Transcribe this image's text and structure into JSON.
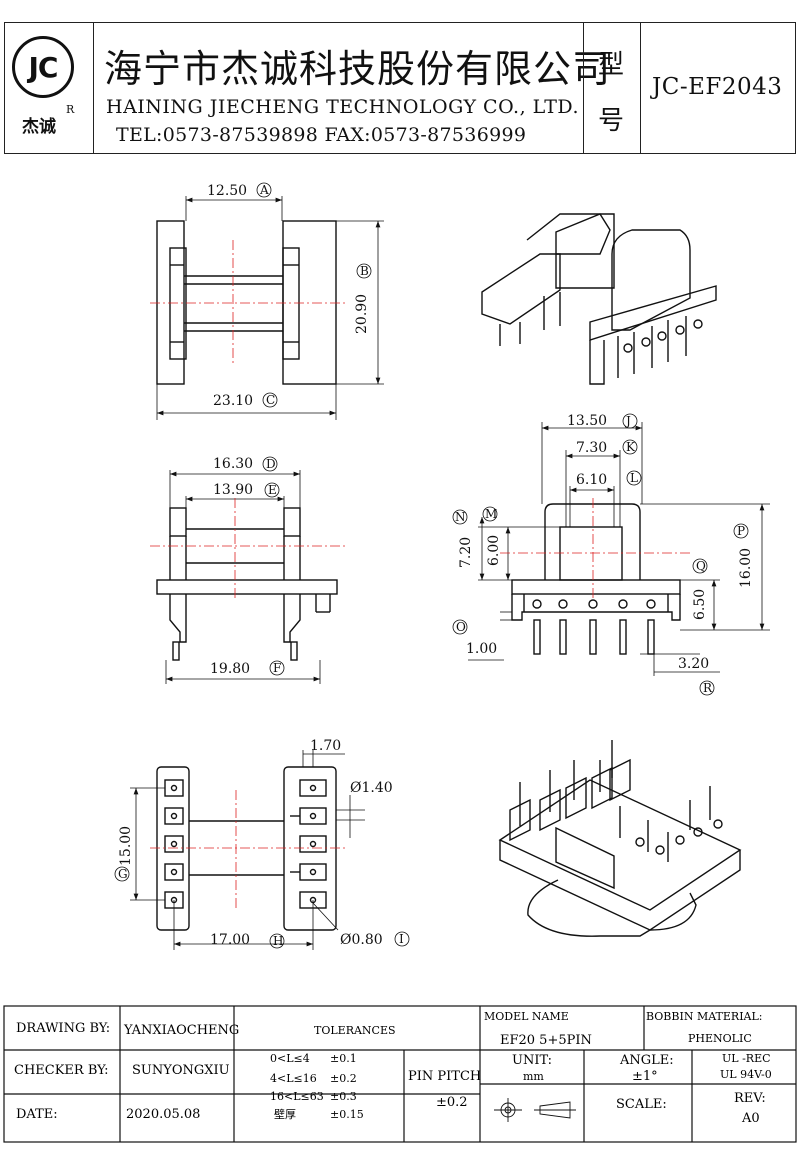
{
  "header": {
    "logo_text": "JC",
    "logo_sub": "杰诚",
    "logo_reg": "R",
    "company_cn": "海宁市杰诚科技股份有限公司",
    "company_en": "HAINING JIECHENG TECHNOLOGY CO., LTD.",
    "contact": "TEL:0573-87539898  FAX:0573-87536999",
    "model_label_1": "型",
    "model_label_2": "号",
    "model_value": "JC-EF2043"
  },
  "dimensions": {
    "A": {
      "value": "12.50",
      "tag": "A"
    },
    "B": {
      "value": "20.90",
      "tag": "B"
    },
    "C": {
      "value": "23.10",
      "tag": "C"
    },
    "D": {
      "value": "16.30",
      "tag": "D"
    },
    "E": {
      "value": "13.90",
      "tag": "E"
    },
    "F": {
      "value": "19.80",
      "tag": "F"
    },
    "G": {
      "value": "15.00",
      "tag": "G"
    },
    "H": {
      "value": "17.00",
      "tag": "H"
    },
    "I": {
      "value": "Ø0.80",
      "tag": "I"
    },
    "J": {
      "value": "13.50",
      "tag": "J"
    },
    "K": {
      "value": "7.30",
      "tag": "K"
    },
    "L": {
      "value": "6.10",
      "tag": "L"
    },
    "M": {
      "value": "6.00",
      "tag": "M"
    },
    "N": {
      "value": "7.20",
      "tag": "N"
    },
    "O": {
      "value": "1.00",
      "tag": "O"
    },
    "P": {
      "value": "16.00",
      "tag": "P"
    },
    "Q": {
      "value": "6.50",
      "tag": "Q"
    },
    "R": {
      "value": "3.20",
      "tag": "R"
    },
    "pin_thickness": "1.70",
    "pin_hole": "Ø1.40"
  },
  "title_block": {
    "drawing_by_label": "DRAWING  BY:",
    "drawing_by": "YANXIAOCHENG",
    "checker_by_label": "CHECKER  BY:",
    "checker_by": "SUNYONGXIU",
    "date_label": "DATE:",
    "date": "2020.05.08",
    "tolerances_label": "TOLERANCES",
    "tol_rows": [
      {
        "range": "0<L≤4",
        "tol": "±0.1"
      },
      {
        "range": "4<L≤16",
        "tol": "±0.2"
      },
      {
        "range": "16<L≤63",
        "tol": "±0.3"
      },
      {
        "range": "壁厚",
        "tol": "±0.15"
      }
    ],
    "pin_pitch_label": "PIN PITCH",
    "pin_pitch": "±0.2",
    "model_name_label": "MODEL NAME",
    "model_name": "EF20 5+5PIN",
    "unit_label": "UNIT:",
    "unit": "mm",
    "angle_label": "ANGLE:",
    "angle": "±1°",
    "scale_label": "SCALE:",
    "bobbin_material_label": "BOBBIN MATERIAL:",
    "bobbin_material": "PHENOLIC",
    "ul_1": "UL -REC",
    "ul_2": "UL  94V-0",
    "rev_label": "REV:",
    "rev": "A0"
  }
}
